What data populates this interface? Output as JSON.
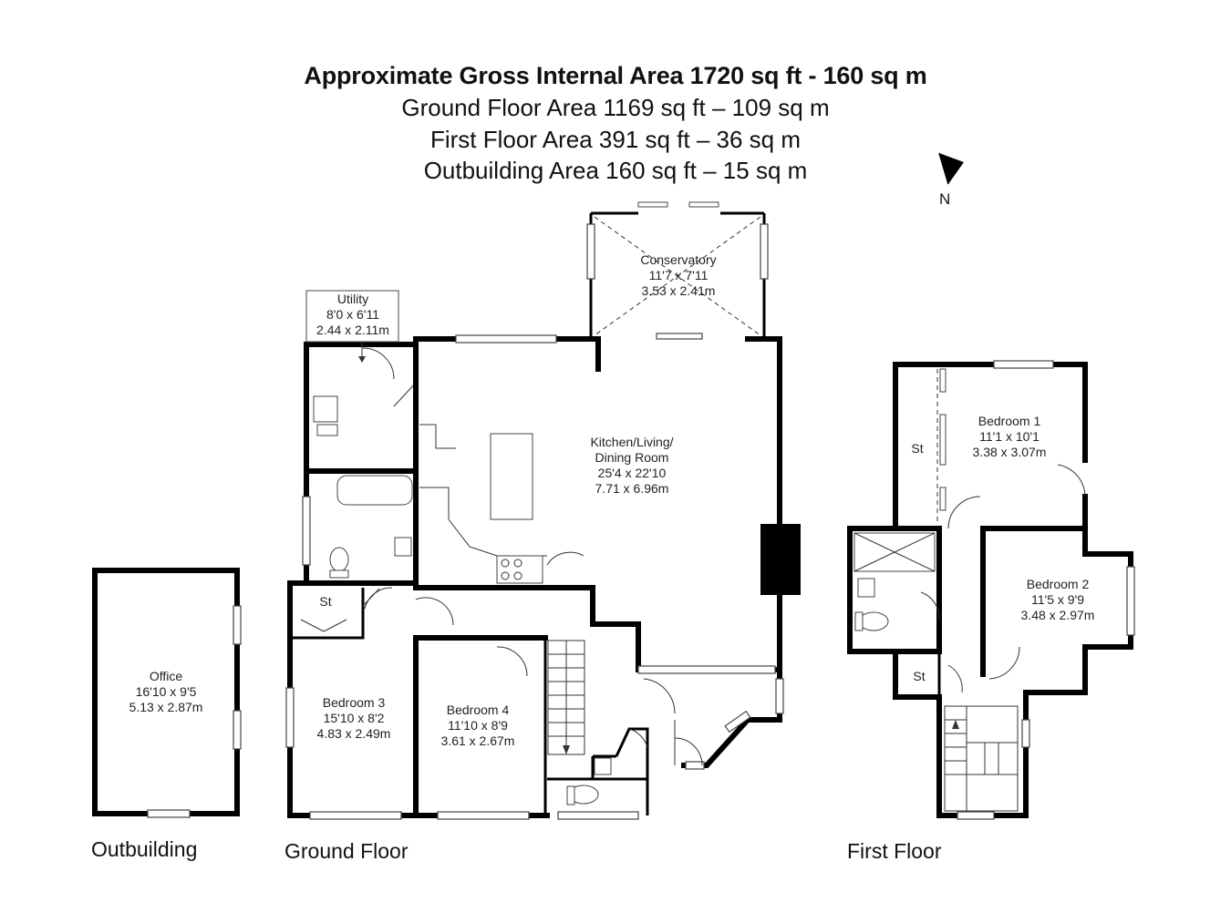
{
  "header": {
    "gross_area": "Approximate Gross Internal Area 1720 sq ft - 160 sq m",
    "ground_area": "Ground Floor Area 1169 sq ft – 109 sq m",
    "first_area": "First Floor Area 391 sq ft – 36 sq m",
    "outbuilding_area": "Outbuilding Area 160 sq ft – 15 sq m"
  },
  "compass": {
    "label": "N",
    "icon": "north-arrow-icon"
  },
  "floors": {
    "outbuilding": "Outbuilding",
    "ground": "Ground Floor",
    "first": "First Floor"
  },
  "rooms": {
    "office": {
      "name": "Office",
      "imperial": "16'10 x 9'5",
      "metric": "5.13 x 2.87m"
    },
    "utility": {
      "name": "Utility",
      "imperial": "8'0 x 6'11",
      "metric": "2.44 x 2.11m"
    },
    "conservatory": {
      "name": "Conservatory",
      "imperial": "11'7 x 7'11",
      "metric": "3.53 x 2.41m"
    },
    "kitchen": {
      "name_line1": "Kitchen/Living/",
      "name_line2": "Dining Room",
      "imperial": "25'4 x 22'10",
      "metric": "7.71 x 6.96m"
    },
    "bedroom3": {
      "name": "Bedroom 3",
      "imperial": "15'10 x 8'2",
      "metric": "4.83 x 2.49m"
    },
    "bedroom4": {
      "name": "Bedroom 4",
      "imperial": "11'10 x 8'9",
      "metric": "3.61 x 2.67m"
    },
    "bedroom1": {
      "name": "Bedroom 1",
      "imperial": "11'1 x 10'1",
      "metric": "3.38 x 3.07m"
    },
    "bedroom2": {
      "name": "Bedroom 2",
      "imperial": "11'5 x 9'9",
      "metric": "3.48 x 2.97m"
    }
  },
  "storage_label": "St"
}
